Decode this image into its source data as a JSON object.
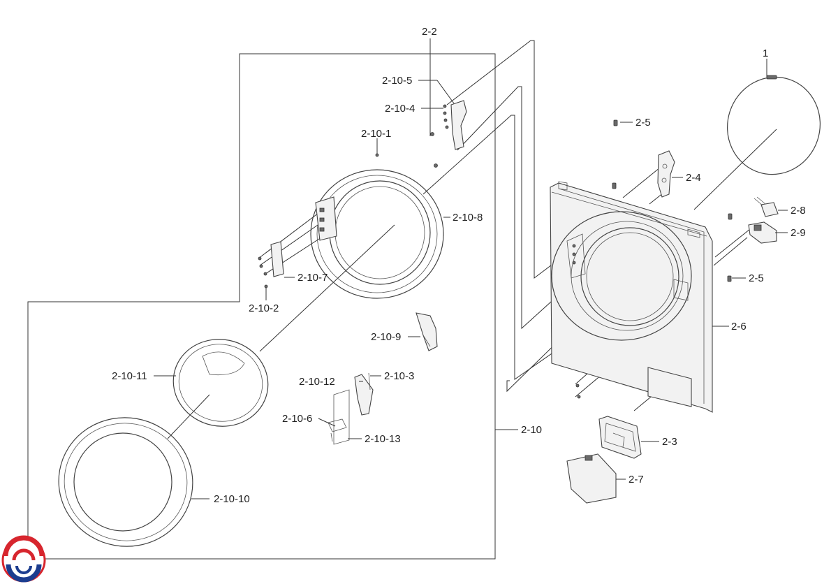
{
  "diagram": {
    "labels": {
      "p1": "1",
      "p2_2": "2-2",
      "p2_3": "2-3",
      "p2_4": "2-4",
      "p2_5_top": "2-5",
      "p2_5_bottom": "2-5",
      "p2_6": "2-6",
      "p2_7": "2-7",
      "p2_8": "2-8",
      "p2_9": "2-9",
      "p2_10": "2-10",
      "p2_10_1": "2-10-1",
      "p2_10_2": "2-10-2",
      "p2_10_3": "2-10-3",
      "p2_10_4": "2-10-4",
      "p2_10_5": "2-10-5",
      "p2_10_6": "2-10-6",
      "p2_10_7": "2-10-7",
      "p2_10_8": "2-10-8",
      "p2_10_9": "2-10-9",
      "p2_10_10": "2-10-10",
      "p2_10_11": "2-10-11",
      "p2_10_12": "2-10-12",
      "p2_10_13": "2-10-13"
    }
  },
  "colors": {
    "logo_red": "#d7262e",
    "logo_blue": "#1c3d8f",
    "line": "#333333",
    "background": "#ffffff"
  }
}
